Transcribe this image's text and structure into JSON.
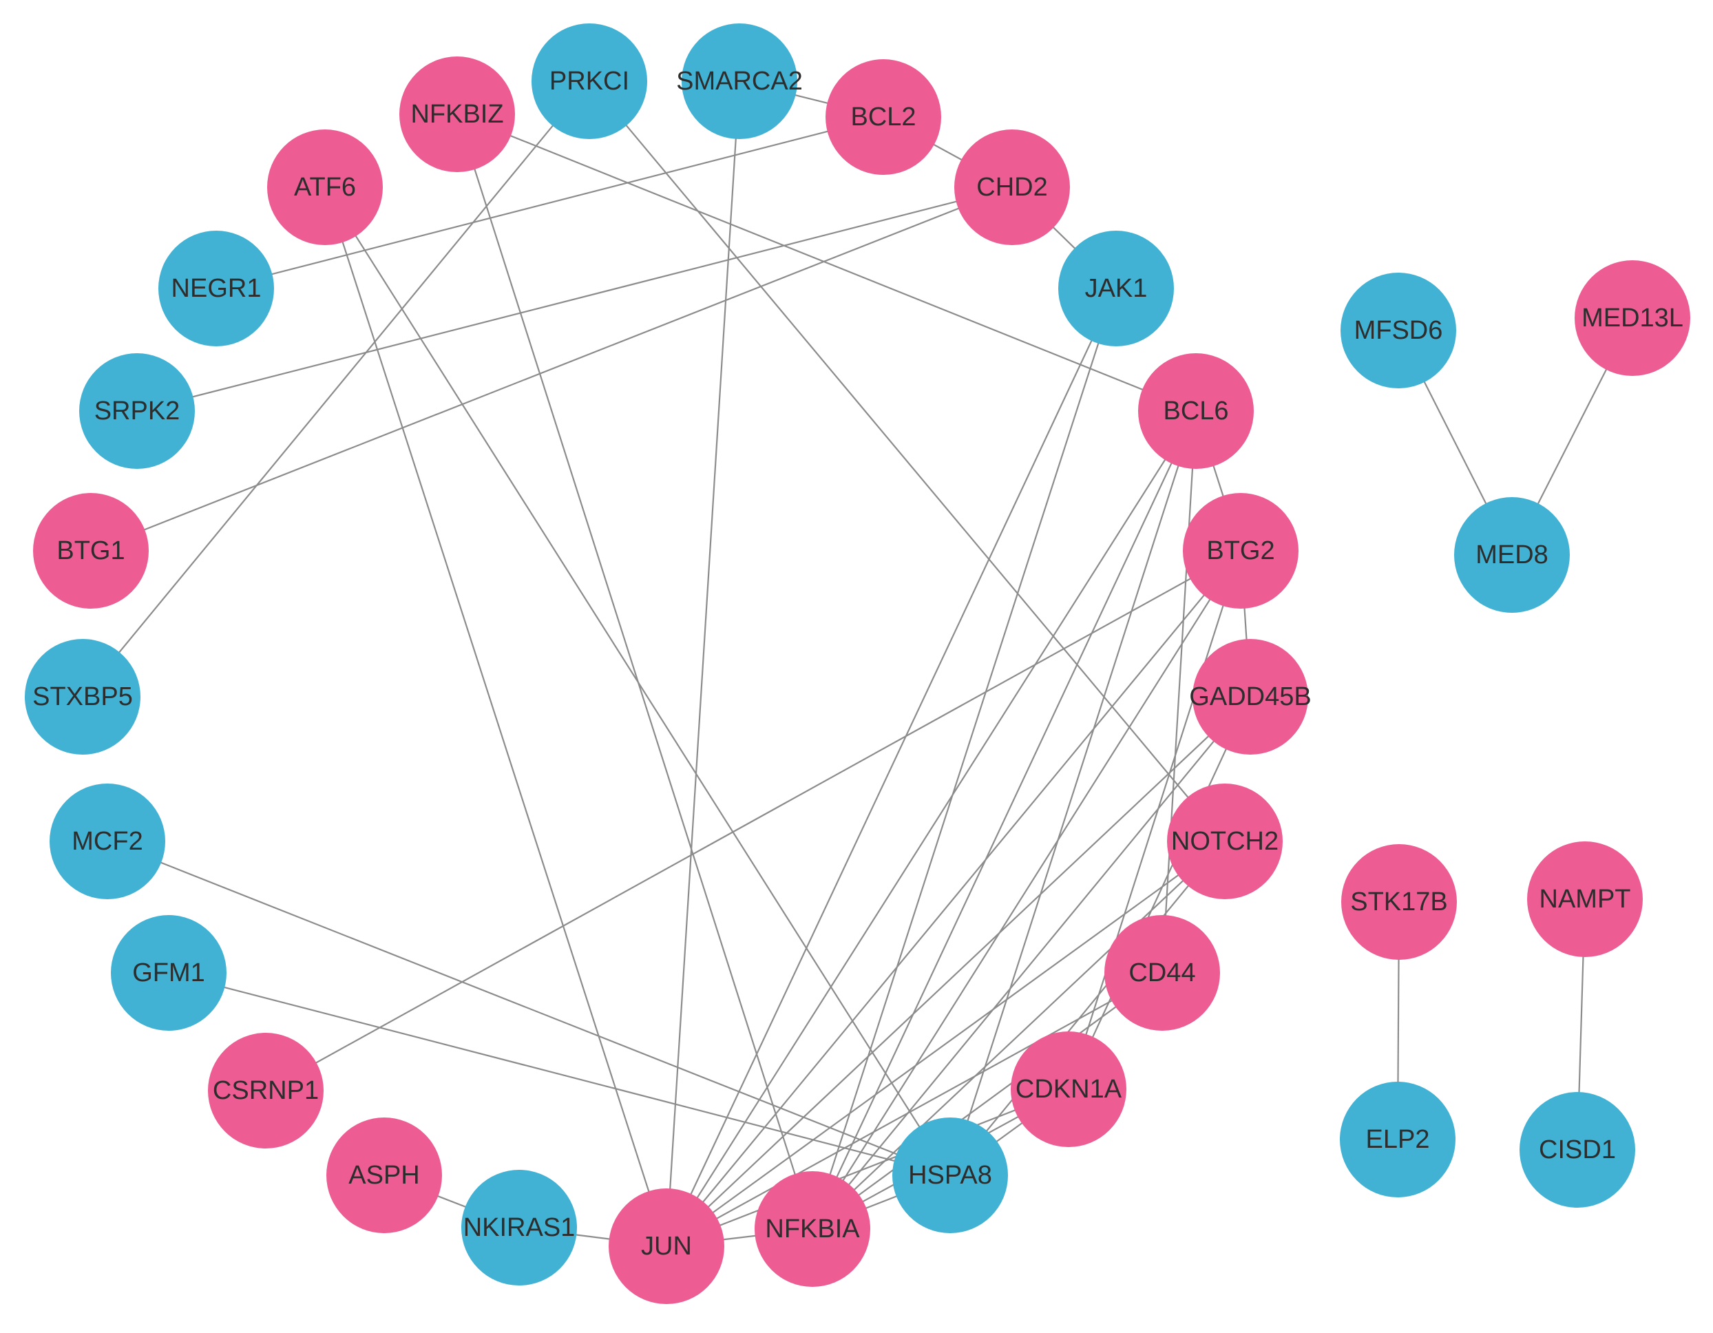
{
  "colors": {
    "pink": "#ed5d93",
    "blue": "#41b2d3",
    "edge": "#8c8c8c"
  },
  "nodes": [
    {
      "id": "PRKCI",
      "label": "PRKCI",
      "color": "blue"
    },
    {
      "id": "SMARCA2",
      "label": "SMARCA2",
      "color": "blue"
    },
    {
      "id": "NFKBIZ",
      "label": "NFKBIZ",
      "color": "pink"
    },
    {
      "id": "BCL2",
      "label": "BCL2",
      "color": "pink"
    },
    {
      "id": "ATF6",
      "label": "ATF6",
      "color": "pink"
    },
    {
      "id": "CHD2",
      "label": "CHD2",
      "color": "pink"
    },
    {
      "id": "NEGR1",
      "label": "NEGR1",
      "color": "blue"
    },
    {
      "id": "JAK1",
      "label": "JAK1",
      "color": "blue"
    },
    {
      "id": "SRPK2",
      "label": "SRPK2",
      "color": "blue"
    },
    {
      "id": "BCL6",
      "label": "BCL6",
      "color": "pink"
    },
    {
      "id": "BTG1",
      "label": "BTG1",
      "color": "pink"
    },
    {
      "id": "BTG2",
      "label": "BTG2",
      "color": "pink"
    },
    {
      "id": "STXBP5",
      "label": "STXBP5",
      "color": "blue"
    },
    {
      "id": "GADD45B",
      "label": "GADD45B",
      "color": "pink"
    },
    {
      "id": "MCF2",
      "label": "MCF2",
      "color": "blue"
    },
    {
      "id": "NOTCH2",
      "label": "NOTCH2",
      "color": "pink"
    },
    {
      "id": "GFM1",
      "label": "GFM1",
      "color": "blue"
    },
    {
      "id": "CD44",
      "label": "CD44",
      "color": "pink"
    },
    {
      "id": "CSRNP1",
      "label": "CSRNP1",
      "color": "pink"
    },
    {
      "id": "CDKN1A",
      "label": "CDKN1A",
      "color": "pink"
    },
    {
      "id": "ASPH",
      "label": "ASPH",
      "color": "pink"
    },
    {
      "id": "HSPA8",
      "label": "HSPA8",
      "color": "blue"
    },
    {
      "id": "NKIRAS1",
      "label": "NKIRAS1",
      "color": "blue"
    },
    {
      "id": "JUN",
      "label": "JUN",
      "color": "pink"
    },
    {
      "id": "NFKBIA",
      "label": "NFKBIA",
      "color": "pink"
    },
    {
      "id": "MFSD6",
      "label": "MFSD6",
      "color": "blue"
    },
    {
      "id": "MED13L",
      "label": "MED13L",
      "color": "pink"
    },
    {
      "id": "MED8",
      "label": "MED8",
      "color": "blue"
    },
    {
      "id": "STK17B",
      "label": "STK17B",
      "color": "pink"
    },
    {
      "id": "NAMPT",
      "label": "NAMPT",
      "color": "pink"
    },
    {
      "id": "ELP2",
      "label": "ELP2",
      "color": "blue"
    },
    {
      "id": "CISD1",
      "label": "CISD1",
      "color": "blue"
    }
  ],
  "edges": [
    [
      "SMARCA2",
      "BCL2"
    ],
    [
      "BCL2",
      "CHD2"
    ],
    [
      "CHD2",
      "JAK1"
    ],
    [
      "BCL6",
      "BTG2"
    ],
    [
      "BTG2",
      "GADD45B"
    ],
    [
      "NKIRAS1",
      "JUN"
    ],
    [
      "ASPH",
      "NKIRAS1"
    ],
    [
      "JUN",
      "NFKBIA"
    ],
    [
      "NFKBIA",
      "HSPA8"
    ],
    [
      "BCL2",
      "NEGR1"
    ],
    [
      "CHD2",
      "SRPK2"
    ],
    [
      "CHD2",
      "BTG1"
    ],
    [
      "PRKCI",
      "STXBP5"
    ],
    [
      "NFKBIZ",
      "BCL6"
    ],
    [
      "PRKCI",
      "NOTCH2"
    ],
    [
      "SMARCA2",
      "JUN"
    ],
    [
      "ATF6",
      "JUN"
    ],
    [
      "ATF6",
      "HSPA8"
    ],
    [
      "NFKBIZ",
      "NFKBIA"
    ],
    [
      "BTG2",
      "CSRNP1"
    ],
    [
      "MCF2",
      "HSPA8"
    ],
    [
      "GFM1",
      "HSPA8"
    ],
    [
      "JAK1",
      "JUN"
    ],
    [
      "JAK1",
      "NFKBIA"
    ],
    [
      "BCL6",
      "JUN"
    ],
    [
      "BCL6",
      "NFKBIA"
    ],
    [
      "BCL6",
      "CD44"
    ],
    [
      "BCL6",
      "HSPA8"
    ],
    [
      "BTG2",
      "JUN"
    ],
    [
      "BTG2",
      "NFKBIA"
    ],
    [
      "BTG2",
      "CDKN1A"
    ],
    [
      "GADD45B",
      "JUN"
    ],
    [
      "GADD45B",
      "NFKBIA"
    ],
    [
      "GADD45B",
      "CDKN1A"
    ],
    [
      "NOTCH2",
      "JUN"
    ],
    [
      "NOTCH2",
      "NFKBIA"
    ],
    [
      "NOTCH2",
      "HSPA8"
    ],
    [
      "CD44",
      "JUN"
    ],
    [
      "CD44",
      "NFKBIA"
    ],
    [
      "CDKN1A",
      "JUN"
    ],
    [
      "CDKN1A",
      "NFKBIA"
    ],
    [
      "CDKN1A",
      "HSPA8"
    ],
    [
      "MFSD6",
      "MED8"
    ],
    [
      "MED13L",
      "MED8"
    ],
    [
      "STK17B",
      "ELP2"
    ],
    [
      "NAMPT",
      "CISD1"
    ]
  ]
}
